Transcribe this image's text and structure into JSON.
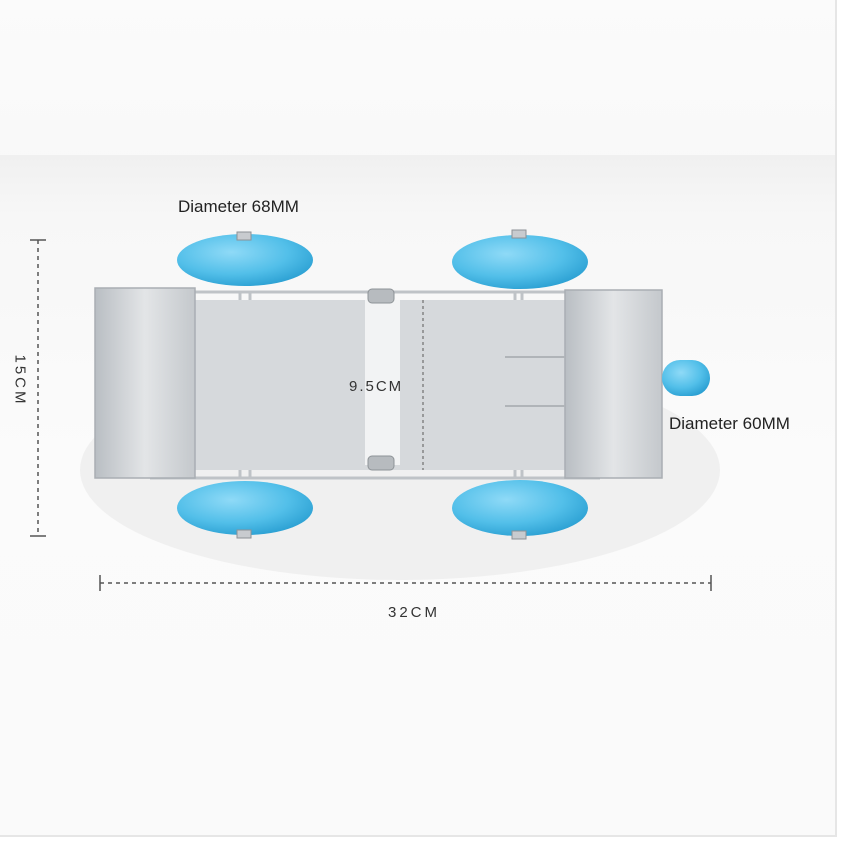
{
  "image": {
    "labels": {
      "wheel_front_diameter": "Diameter 68MM",
      "wheel_rear_diameter": "Diameter 60MM",
      "inner_width": "9.5CM",
      "total_length": "32CM",
      "total_width": "15CM"
    },
    "colors": {
      "wheel": "#5cc4ee",
      "wheel_dark": "#2fa6d8",
      "metal": "#c9cdd1",
      "dim_line": "#555555"
    }
  }
}
